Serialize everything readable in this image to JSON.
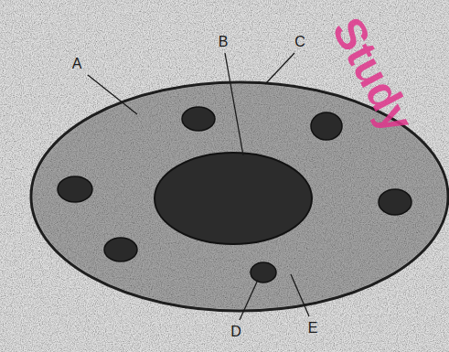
{
  "diagram": {
    "labels": [
      "A",
      "B",
      "C",
      "D",
      "E",
      "Study"
    ]
  }
}
